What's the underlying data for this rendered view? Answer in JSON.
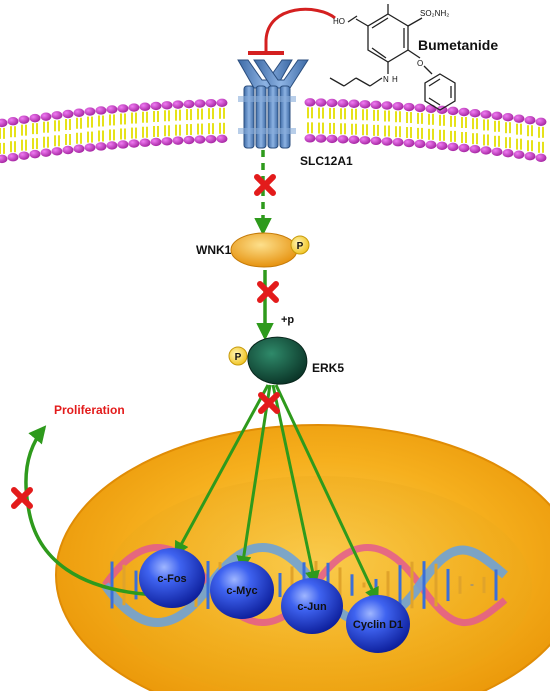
{
  "drug": {
    "name": "Bumetanide",
    "groups": {
      "acid": "HO",
      "sulfonamide": "SO₂NH₂",
      "amine": "N",
      "amine_h": "H",
      "ether": "O"
    }
  },
  "transporter": {
    "label": "SLC12A1"
  },
  "kinase1": {
    "label": "WNK1",
    "phospho": "P"
  },
  "kinase2": {
    "label": "ERK5",
    "phospho": "P",
    "step_label": "+p"
  },
  "outcome": {
    "label": "Proliferation"
  },
  "genes": [
    {
      "label": "c-Fos"
    },
    {
      "label": "c-Myc"
    },
    {
      "label": "c-Jun"
    },
    {
      "label": "Cyclin D1"
    }
  ],
  "colors": {
    "arrow": "#2e9a1c",
    "inhibition": "#d42020",
    "block_mark": "#e31b1b",
    "membrane_head": "#c33cc7",
    "membrane_tail": "#e6e21a",
    "transporter": "#5f8dc2",
    "wnk1": "#f4b43a",
    "erk5": "#12533f",
    "nucleus": "#f2a50c",
    "gene_bead": "#1e40d8"
  },
  "icons": [
    "block-x-icon",
    "phospho-icon"
  ]
}
